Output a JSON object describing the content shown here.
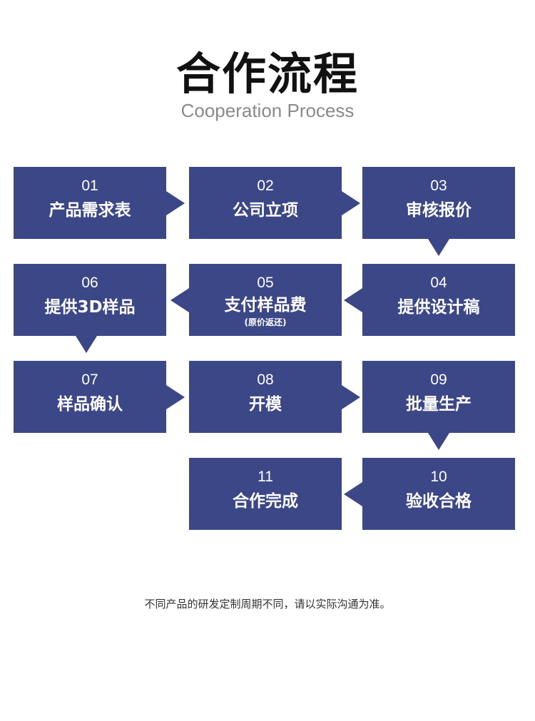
{
  "header": {
    "title": "合作流程",
    "subtitle": "Cooperation Process"
  },
  "steps": [
    {
      "num": "01",
      "label": "产品需求表"
    },
    {
      "num": "02",
      "label": "公司立项"
    },
    {
      "num": "03",
      "label": "审核报价"
    },
    {
      "num": "04",
      "label": "提供设计稿"
    },
    {
      "num": "05",
      "label": "支付样品费",
      "note": "(原价返还)"
    },
    {
      "num": "06",
      "label": "提供3D样品"
    },
    {
      "num": "07",
      "label": "样品确认"
    },
    {
      "num": "08",
      "label": "开模"
    },
    {
      "num": "09",
      "label": "批量生产"
    },
    {
      "num": "10",
      "label": "验收合格"
    },
    {
      "num": "11",
      "label": "合作完成"
    }
  ],
  "footer": {
    "text": "不同产品的研发定制周期不同，请以实际沟通为准。"
  },
  "colors": {
    "box": "#3c4787",
    "title": "#111111",
    "subtitle": "#8a8a8a"
  }
}
